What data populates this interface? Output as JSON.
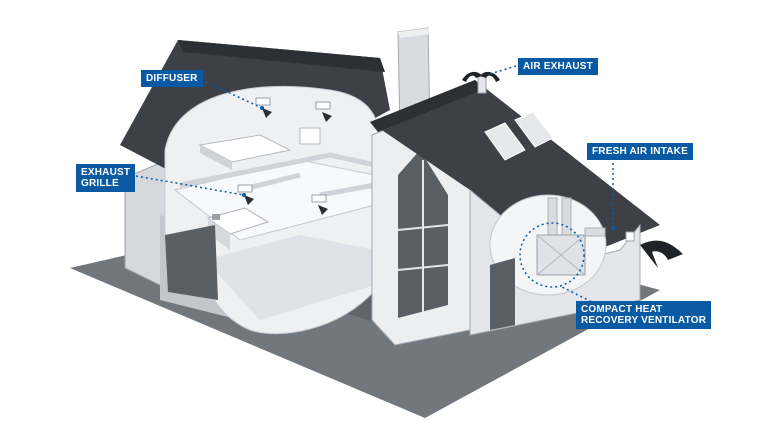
{
  "labels": {
    "diffuser": "DIFFUSER",
    "exhaust_grille": [
      "EXHAUST",
      "GRILLE"
    ],
    "air_exhaust": "AIR EXHAUST",
    "fresh_air_intake": "FRESH AIR INTAKE",
    "heat_recovery_ventilator": [
      "COMPACT HEAT",
      "RECOVERY VENTILATOR"
    ]
  },
  "colors": {
    "callout_blue": "#0a5aa3",
    "roof": "#3d4147",
    "wall": "#e4e6e9",
    "wall_shade": "#aeb3b9",
    "ground": "#6f747a",
    "interior": "#f2f3f5"
  },
  "icons": [
    "air-flow-arrow-icon",
    "exhaust-arrow-icon",
    "intake-arrow-icon"
  ]
}
